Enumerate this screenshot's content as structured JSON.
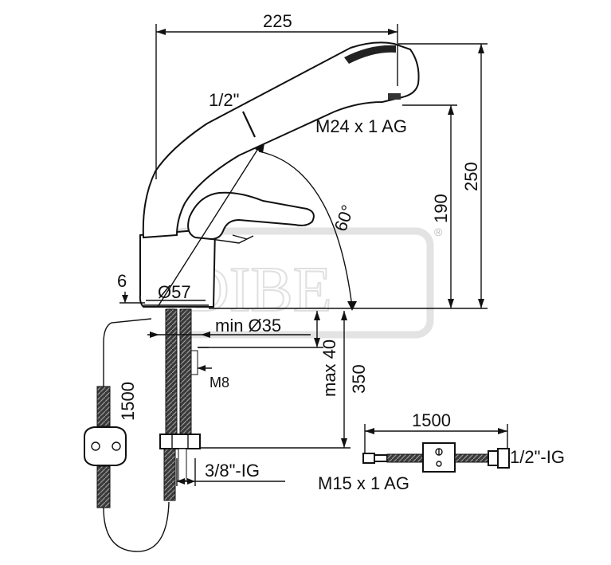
{
  "dimensions": {
    "width_225": "225",
    "height_250": "250",
    "height_190": "190",
    "pipe_half_inch": "1/2\"",
    "thread_m24": "M24 x 1 AG",
    "angle_60": "60°",
    "offset_6": "6",
    "dia_57": "Ø57",
    "min_dia_35": "min Ø35",
    "max_40": "max 40",
    "len_350": "350",
    "thread_m8": "M8",
    "hose_1500_left": "1500",
    "conn_3_8": "3/8\"-IG",
    "hose_1500_right": "1500",
    "conn_1_2_ig": "1/2\"-IG",
    "thread_m15": "M15 x 1 AG"
  },
  "watermark": {
    "registered_mark": "®"
  }
}
